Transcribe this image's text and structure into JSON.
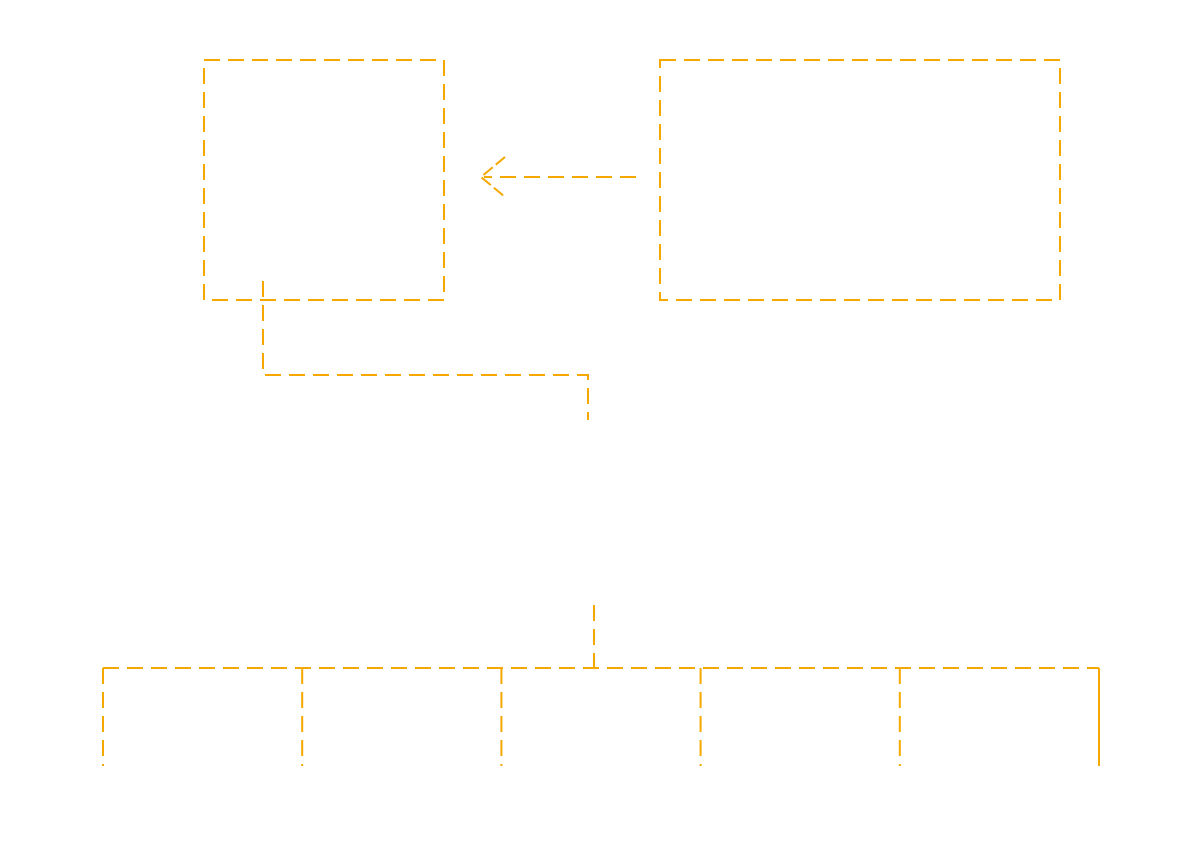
{
  "diagram": {
    "title": "",
    "stroke_color": "#F5A800",
    "background": "#FFFFFF",
    "nodes": [
      {
        "id": "box-left",
        "label": ""
      },
      {
        "id": "box-right",
        "label": ""
      }
    ],
    "edges": [
      {
        "from": "box-right",
        "to": "box-left",
        "style": "dashed",
        "arrow": "open-arrowhead"
      },
      {
        "from": "box-left",
        "to": "junction",
        "style": "dashed",
        "arrow": "none"
      },
      {
        "from": "junction",
        "to": "branches",
        "style": "dashed",
        "arrow": "none"
      }
    ],
    "branch_count": 6
  }
}
